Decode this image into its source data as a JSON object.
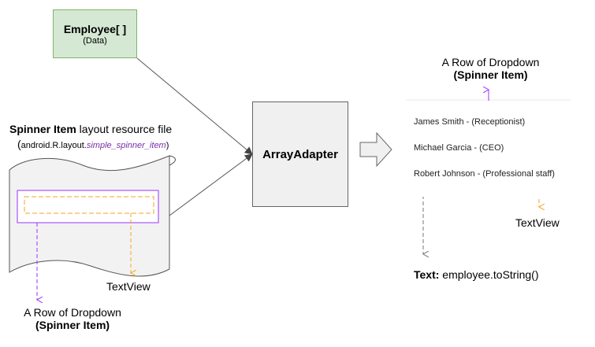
{
  "data_box": {
    "title": "Employee[ ]",
    "subtitle": "(Data)"
  },
  "adapter": {
    "label": "ArrayAdapter"
  },
  "resource": {
    "title_bold": "Spinner Item",
    "title_rest": " layout resource file",
    "sub_open": "(",
    "sub_prefix": "android.R.layout.",
    "sub_italic": "simple_spinner_item",
    "sub_close": ")"
  },
  "left_textview_label": "TextView",
  "left_row_label": {
    "line1": "A Row of Dropdown",
    "line2": "(Spinner Item)"
  },
  "right_row_label": {
    "line1": "A Row of Dropdown",
    "line2": "(Spinner Item)"
  },
  "dropdown": {
    "items": [
      "James Smith - (Receptionist)",
      "Michael Garcia - (CEO)",
      "Robert Johnson - (Professional staff)"
    ]
  },
  "right_textview_label": "TextView",
  "text_caption": {
    "bold": "Text:",
    "rest": " employee.toString()"
  },
  "colors": {
    "data_fill": "#d5e8d4",
    "data_stroke": "#82b366",
    "adapter_fill": "#f0f0f0",
    "purple": "#9933ff",
    "orange": "#f5a623",
    "dashed_gray": "#777777"
  }
}
